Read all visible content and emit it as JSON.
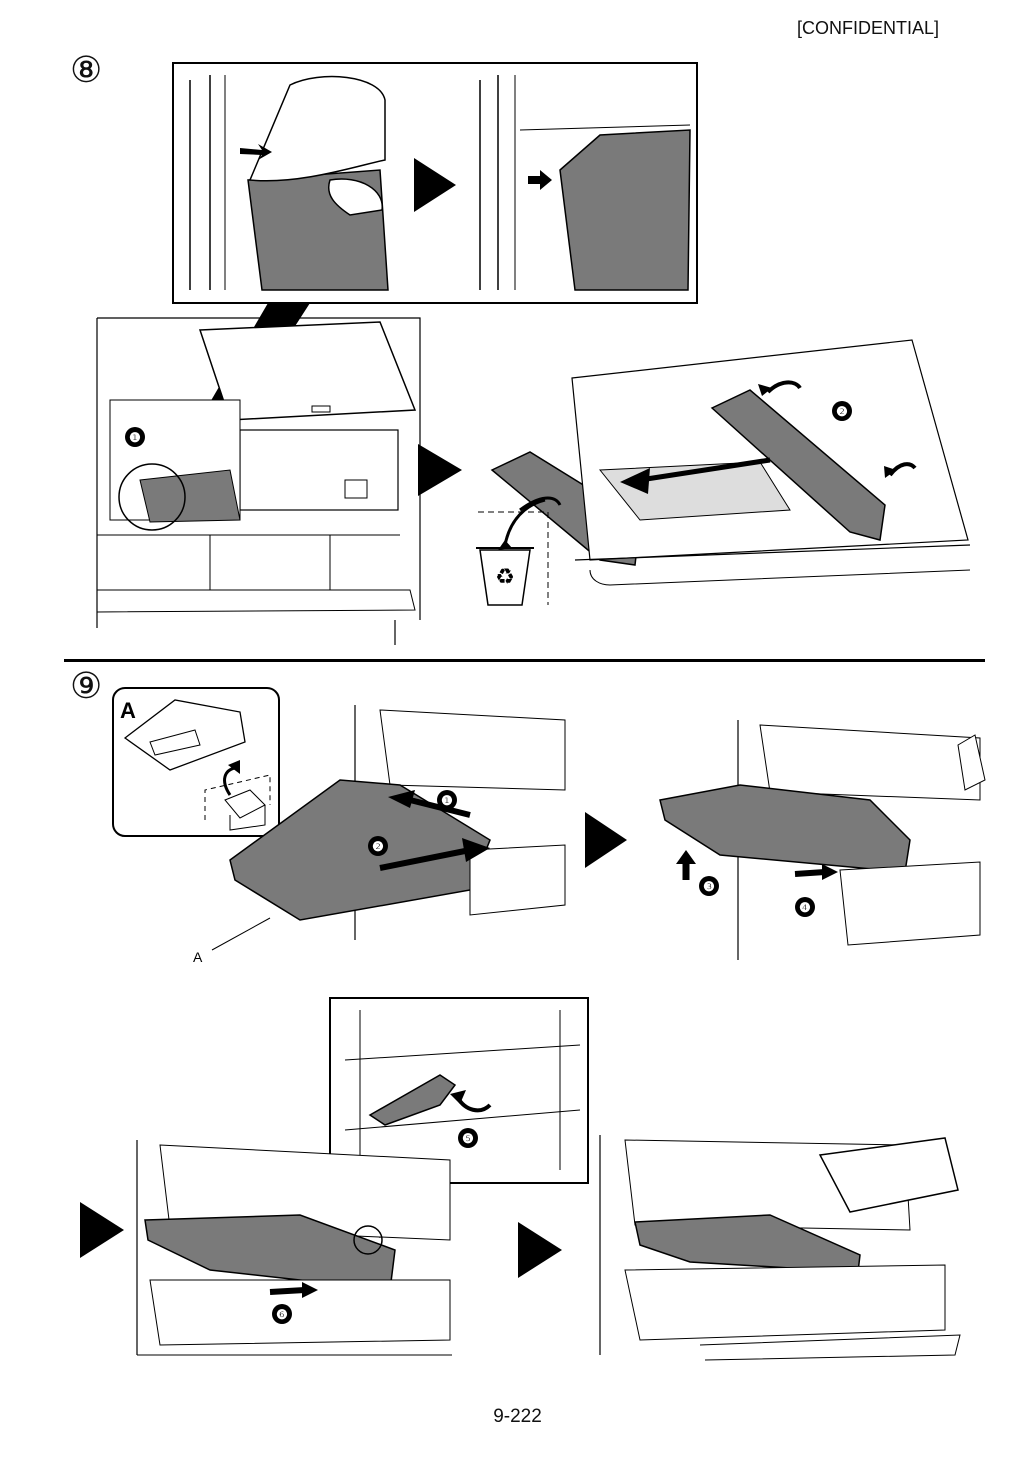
{
  "header": {
    "confidential": "[CONFIDENTIAL]"
  },
  "steps": [
    {
      "number": "⑧",
      "badges": [
        "❶",
        "❷"
      ]
    },
    {
      "number": "⑨",
      "badges": [
        "❶",
        "❷",
        "❸",
        "❹",
        "❺",
        "❻"
      ],
      "part_label": "A",
      "part_callout": "A"
    }
  ],
  "footer": {
    "page_number": "9-222"
  },
  "colors": {
    "part_gray": "#7a7a7a",
    "line": "#000000",
    "fill_light": "#ffffff"
  }
}
